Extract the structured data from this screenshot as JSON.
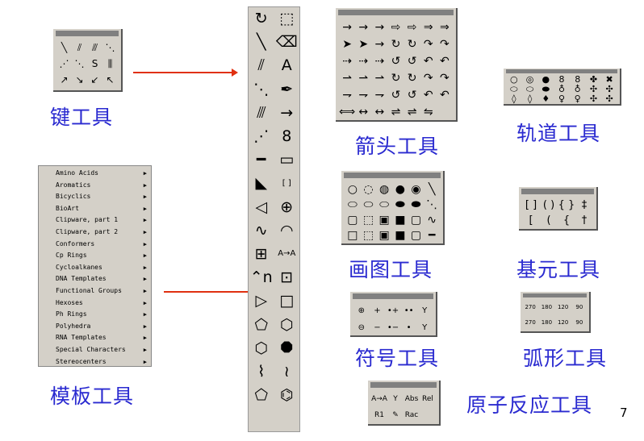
{
  "labels": {
    "bond": "键工具",
    "template": "模板工具",
    "arrow": "箭头工具",
    "orbital": "轨道工具",
    "drawing": "画图工具",
    "bracket": "基元工具",
    "symbol": "符号工具",
    "arc": "弧形工具",
    "atom": "原子反应工具"
  },
  "page_number": "7",
  "template_menu": [
    "Amino Acids",
    "Aromatics",
    "Bicyclics",
    "BioArt",
    "Clipware, part 1",
    "Clipware, part 2",
    "Conformers",
    "Cp Rings",
    "Cycloalkanes",
    "DNA Templates",
    "Functional Groups",
    "Hexoses",
    "Ph Rings",
    "Polyhedra",
    "RNA Templates",
    "Special Characters",
    "Stereocenters"
  ],
  "submenu_arrow": "▶",
  "main_toolbar": [
    {
      "name": "lasso-tool",
      "glyph": "↻"
    },
    {
      "name": "marquee-tool",
      "glyph": "⬚"
    },
    {
      "name": "solid-bond-tool",
      "glyph": "╲"
    },
    {
      "name": "eraser-tool",
      "glyph": "⌫"
    },
    {
      "name": "multiple-bond-tool",
      "glyph": "⫽"
    },
    {
      "name": "text-tool",
      "glyph": "A"
    },
    {
      "name": "dashed-bond-tool",
      "glyph": "⋱"
    },
    {
      "name": "pen-tool",
      "glyph": "✒"
    },
    {
      "name": "hashed-bond-tool",
      "glyph": "⫻"
    },
    {
      "name": "arrow-tool",
      "glyph": "→"
    },
    {
      "name": "hashed-wedge-tool",
      "glyph": "⋰"
    },
    {
      "name": "orbital-tool",
      "glyph": "8"
    },
    {
      "name": "bold-bond-tool",
      "glyph": "━"
    },
    {
      "name": "drawing-elements-tool",
      "glyph": "▭"
    },
    {
      "name": "wedge-bond-tool",
      "glyph": "◣"
    },
    {
      "name": "bracket-tool",
      "glyph": "[ ]"
    },
    {
      "name": "hollow-wedge-tool",
      "glyph": "◁"
    },
    {
      "name": "symbol-tool",
      "glyph": "⊕"
    },
    {
      "name": "wavy-bond-tool",
      "glyph": "∿"
    },
    {
      "name": "arc-tool",
      "glyph": "◠"
    },
    {
      "name": "table-tool",
      "glyph": "⊞"
    },
    {
      "name": "reaction-atom-tool",
      "glyph": "A→A"
    },
    {
      "name": "chain-tool",
      "glyph": "⌃n"
    },
    {
      "name": "template-tool",
      "glyph": "⊡"
    },
    {
      "name": "cyclopropane-tool",
      "glyph": "▷"
    },
    {
      "name": "cyclobutane-tool",
      "glyph": "□"
    },
    {
      "name": "cyclopentane-tool",
      "glyph": "⬠"
    },
    {
      "name": "cyclohexane-tool",
      "glyph": "⬡"
    },
    {
      "name": "cycloheptane-tool",
      "glyph": "⬡"
    },
    {
      "name": "cyclooctane-tool",
      "glyph": "⯃"
    },
    {
      "name": "chair-1-tool",
      "glyph": "⌇"
    },
    {
      "name": "chair-2-tool",
      "glyph": "≀"
    },
    {
      "name": "cyclopentadiene-tool",
      "glyph": "⬠"
    },
    {
      "name": "benzene-tool",
      "glyph": "⌬"
    }
  ],
  "bond_palette": [
    "╲",
    "⫽",
    "⫻",
    "⋱",
    "⋰",
    "⋱",
    "S",
    "⫼",
    "↗",
    "↘",
    "↙",
    "↖"
  ],
  "arrow_palette": [
    "→",
    "→",
    "→",
    "⇨",
    "⇨",
    "⇒",
    "⇒",
    "➤",
    "➤",
    "→",
    "↻",
    "↻",
    "↷",
    "↷",
    "⇢",
    "⇢",
    "⇢",
    "↺",
    "↺",
    "↶",
    "↶",
    "⇀",
    "⇀",
    "⇀",
    "↻",
    "↻",
    "↷",
    "↷",
    "⇁",
    "⇁",
    "⇁",
    "↺",
    "↺",
    "↶",
    "↶",
    "⟺",
    "↔",
    "↔",
    "⇌",
    "⇌",
    "⇋",
    ""
  ],
  "orbital_palette": [
    "○",
    "◎",
    "●",
    "8",
    "8",
    "✤",
    "✖",
    "⬭",
    "⬭",
    "⬬",
    "♁",
    "♁",
    "✣",
    "✣",
    "◊",
    "◊",
    "♦",
    "♀",
    "♀",
    "✣",
    "✣"
  ],
  "drawing_palette": [
    "○",
    "◌",
    "◍",
    "●",
    "◉",
    "╲",
    "⬭",
    "⬭",
    "⬭",
    "⬬",
    "⬬",
    "⋱",
    "▢",
    "⬚",
    "▣",
    "■",
    "▢",
    "∿",
    "□",
    "⬚",
    "▣",
    "■",
    "▢",
    "━"
  ],
  "bracket_palette": [
    "[ ]",
    "( )",
    "{ }",
    "‡",
    "[",
    "(",
    "{",
    "†"
  ],
  "symbol_palette": [
    "⊕",
    "+",
    "•+",
    "••",
    "Y",
    "⊖",
    "−",
    "•−",
    "•",
    "Y"
  ],
  "arc_palette": [
    "270",
    "180",
    "120",
    "90",
    "270",
    "180",
    "120",
    "90"
  ],
  "atom_palette": [
    "A→A",
    "Y",
    "Abs",
    "Rel",
    "R1",
    "✎",
    "Rac",
    ""
  ]
}
